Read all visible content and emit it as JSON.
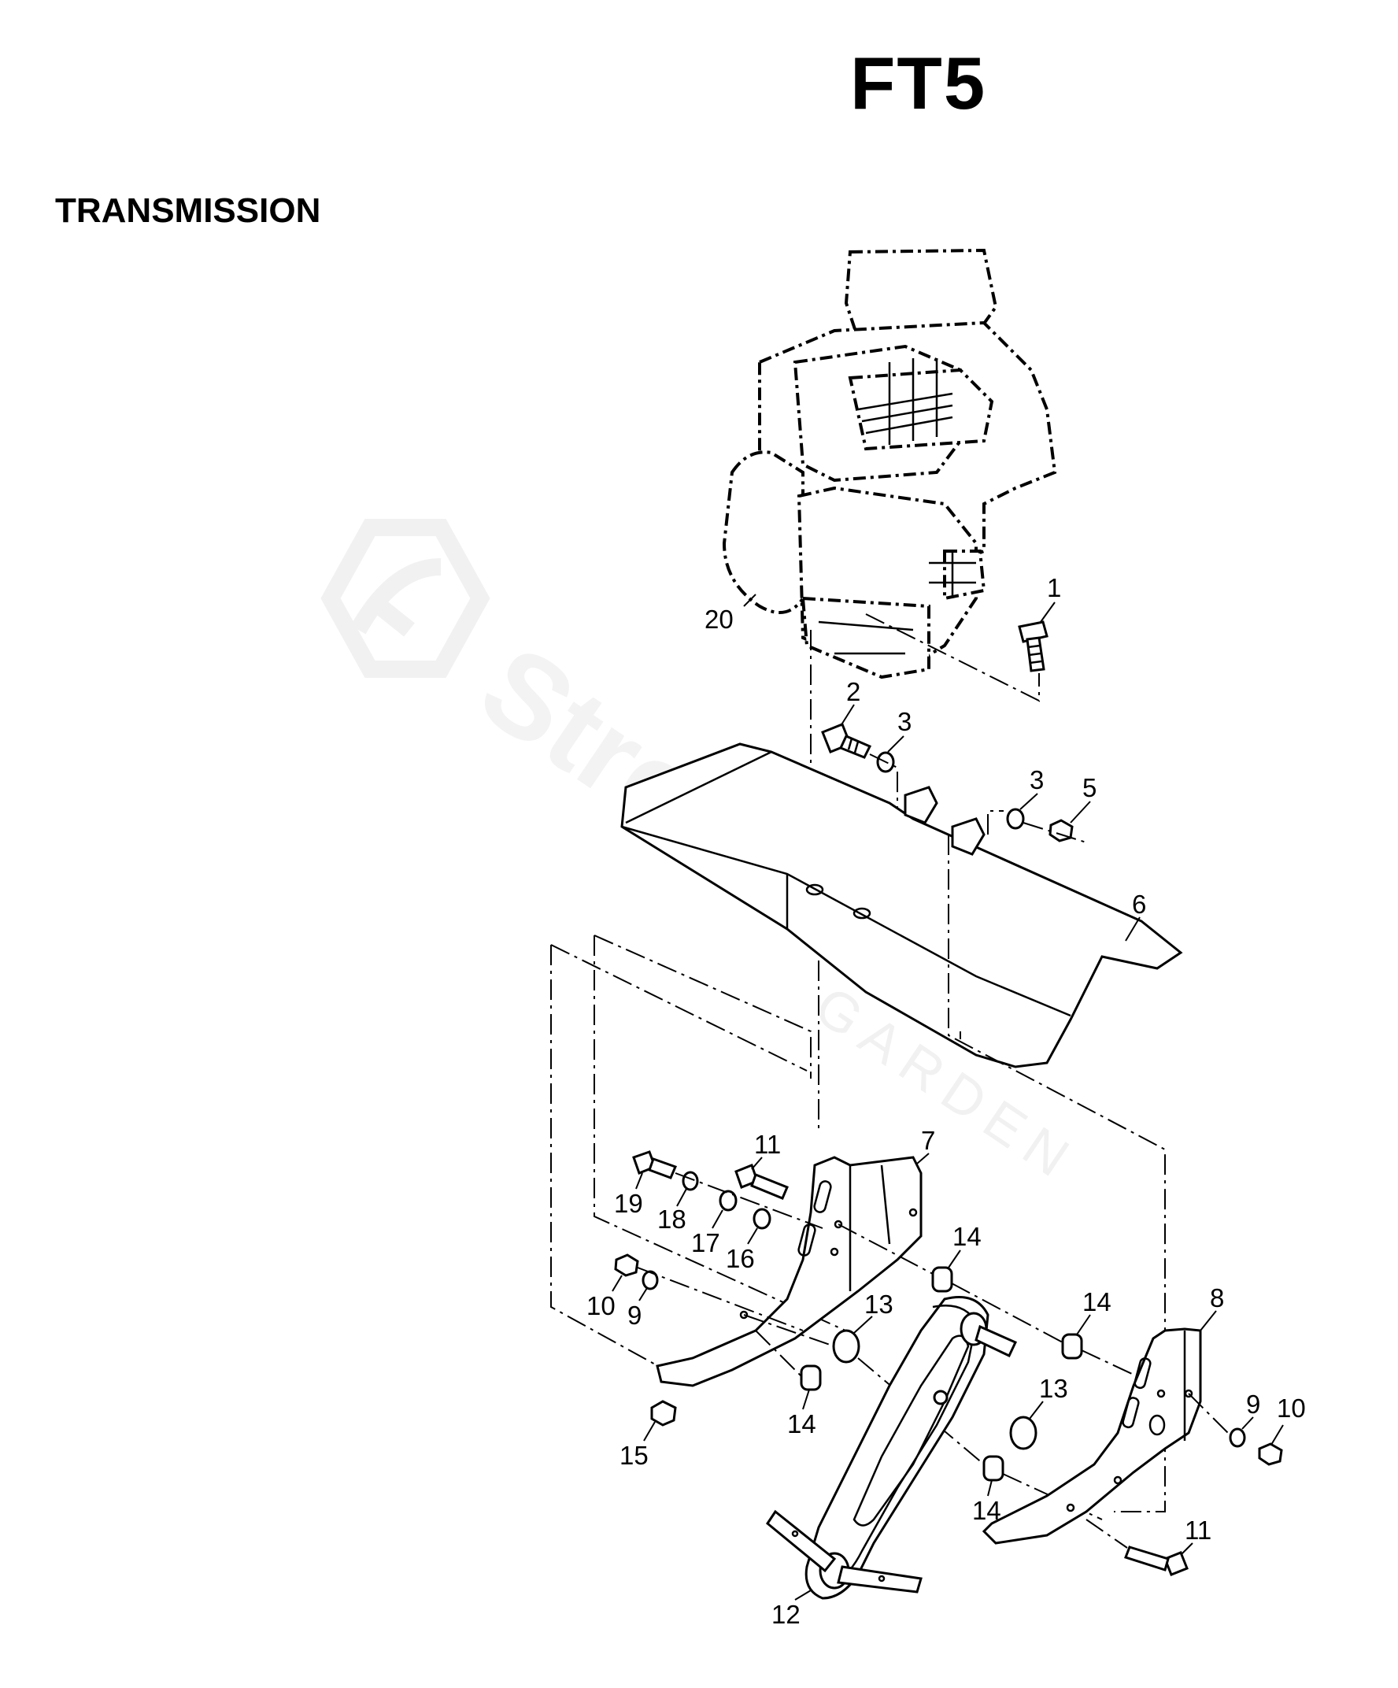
{
  "header": {
    "model": "FT5",
    "section": "TRANSMISSION"
  },
  "watermark": {
    "brand": "Strefatek",
    "sub": "GARDEN"
  },
  "callouts": [
    {
      "id": "c1",
      "label": "1"
    },
    {
      "id": "c2",
      "label": "2"
    },
    {
      "id": "c3a",
      "label": "3"
    },
    {
      "id": "c3b",
      "label": "3"
    },
    {
      "id": "c5",
      "label": "5"
    },
    {
      "id": "c6",
      "label": "6"
    },
    {
      "id": "c7",
      "label": "7"
    },
    {
      "id": "c8",
      "label": "8"
    },
    {
      "id": "c9a",
      "label": "9"
    },
    {
      "id": "c9b",
      "label": "9"
    },
    {
      "id": "c10a",
      "label": "10"
    },
    {
      "id": "c10b",
      "label": "10"
    },
    {
      "id": "c11a",
      "label": "11"
    },
    {
      "id": "c11b",
      "label": "11"
    },
    {
      "id": "c12",
      "label": "12"
    },
    {
      "id": "c13a",
      "label": "13"
    },
    {
      "id": "c13b",
      "label": "13"
    },
    {
      "id": "c14a",
      "label": "14"
    },
    {
      "id": "c14b",
      "label": "14"
    },
    {
      "id": "c14c",
      "label": "14"
    },
    {
      "id": "c14d",
      "label": "14"
    },
    {
      "id": "c15",
      "label": "15"
    },
    {
      "id": "c16",
      "label": "16"
    },
    {
      "id": "c17",
      "label": "17"
    },
    {
      "id": "c18",
      "label": "18"
    },
    {
      "id": "c19",
      "label": "19"
    },
    {
      "id": "c20",
      "label": "20"
    }
  ]
}
